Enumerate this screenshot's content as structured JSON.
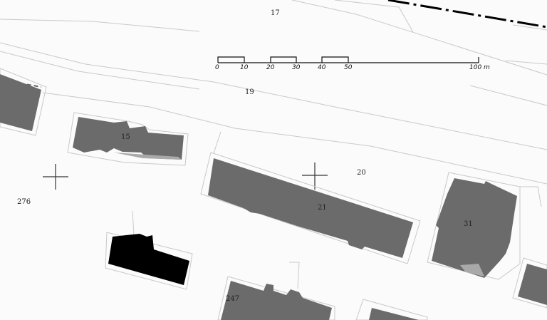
{
  "parcel_numbers": {
    "p17": "17",
    "p19": "19",
    "p20": "20",
    "p276": "276"
  },
  "building_numbers": {
    "b15": "15",
    "b21": "21",
    "b31": "31",
    "b247": "247"
  },
  "scale_bar": {
    "labels": [
      "0",
      "10",
      "20",
      "30",
      "40",
      "50",
      "100 m"
    ]
  },
  "colors": {
    "paper": "#fbfbfb",
    "existing_building": "#6b6b6b",
    "new_building": "#000000",
    "building_outline": "#c8c8c8",
    "faint_line": "#cfcfcf",
    "railway": "#000000"
  }
}
